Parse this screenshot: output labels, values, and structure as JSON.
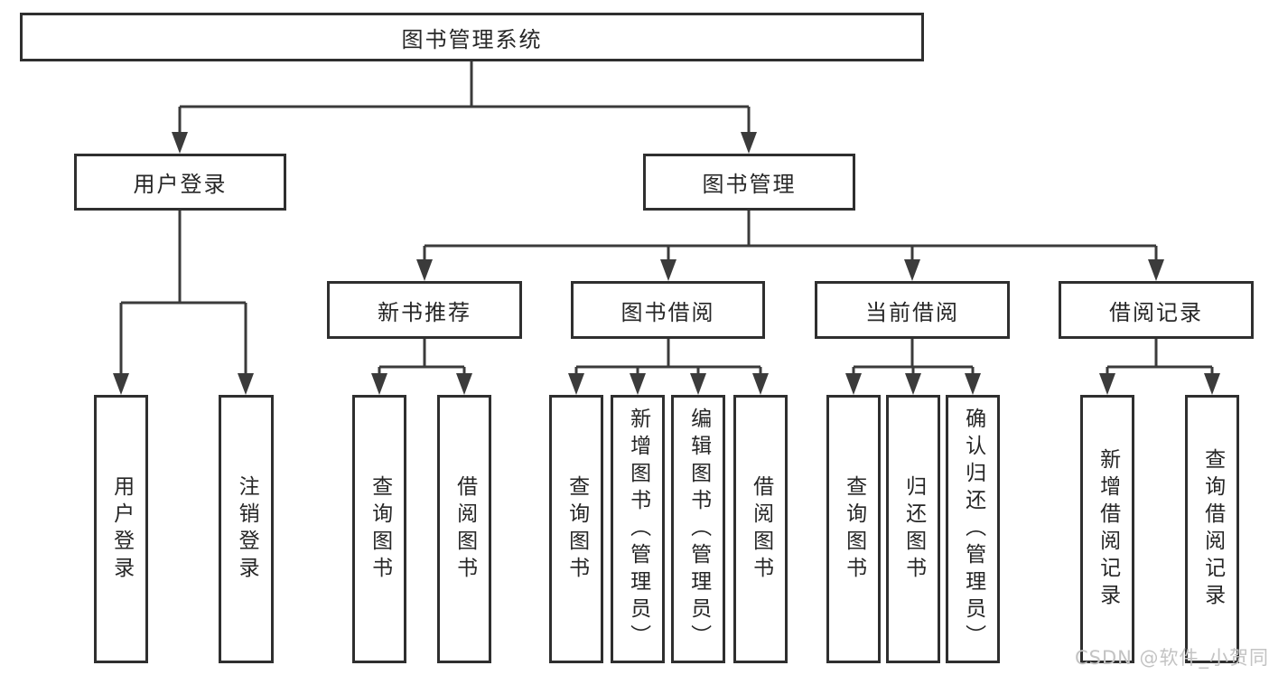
{
  "diagram": {
    "root": {
      "label": "图书管理系统"
    },
    "login": {
      "label": "用户登录",
      "children": [
        {
          "label": "用户登录"
        },
        {
          "label": "注销登录"
        }
      ]
    },
    "management": {
      "label": "图书管理",
      "groups": [
        {
          "label": "新书推荐",
          "children": [
            {
              "label": "查询图书"
            },
            {
              "label": "借阅图书"
            }
          ]
        },
        {
          "label": "图书借阅",
          "children": [
            {
              "label": "查询图书"
            },
            {
              "label": "新增图书（管理员）"
            },
            {
              "label": "编辑图书（管理员）"
            },
            {
              "label": "借阅图书"
            }
          ]
        },
        {
          "label": "当前借阅",
          "children": [
            {
              "label": "查询图书"
            },
            {
              "label": "归还图书"
            },
            {
              "label": "确认归还（管理员）"
            }
          ]
        },
        {
          "label": "借阅记录",
          "children": [
            {
              "label": "新增借阅记录"
            },
            {
              "label": "查询借阅记录"
            }
          ]
        }
      ]
    },
    "watermark": "CSDN @软件_小贺同学",
    "colors": {
      "line": "#3b3b3b",
      "box_border": "#2f2f2f",
      "text": "#262626",
      "watermark": "#c3c3c3",
      "background": "#ffffff"
    }
  }
}
